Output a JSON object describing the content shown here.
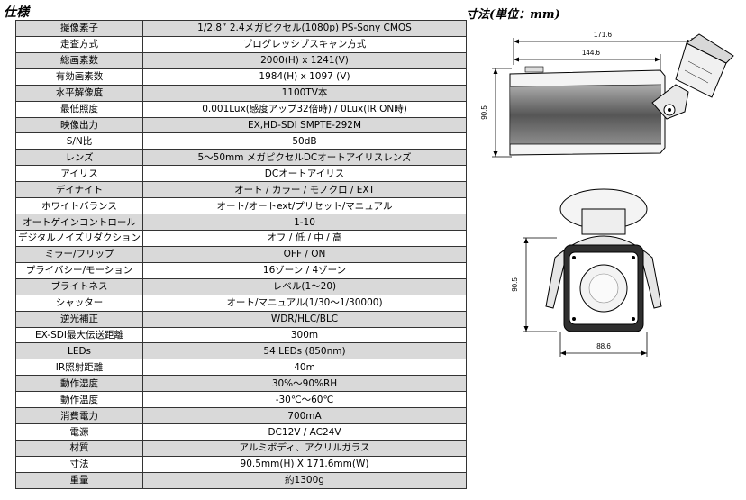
{
  "spec_title": "仕様",
  "dim_title": "寸法(単位：mm)",
  "specs": [
    {
      "k": "撮像素子",
      "v": "1/2.8” 2.4メガピクセル(1080p) PS-Sony CMOS"
    },
    {
      "k": "走査方式",
      "v": "プログレッシブスキャン方式"
    },
    {
      "k": "総画素数",
      "v": "2000(H) x 1241(V)"
    },
    {
      "k": "有効画素数",
      "v": "1984(H) x 1097 (V)"
    },
    {
      "k": "水平解像度",
      "v": "1100TV本"
    },
    {
      "k": "最低照度",
      "v": "0.001Lux(感度アップ32倍時) / 0Lux(IR ON時)"
    },
    {
      "k": "映像出力",
      "v": "EX,HD-SDI SMPTE-292M"
    },
    {
      "k": "S/N比",
      "v": "50dB"
    },
    {
      "k": "レンズ",
      "v": "5～50mm メガピクセルDCオートアイリスレンズ"
    },
    {
      "k": "アイリス",
      "v": "DCオートアイリス"
    },
    {
      "k": "デイナイト",
      "v": "オート / カラー / モノクロ / EXT"
    },
    {
      "k": "ホワイトバランス",
      "v": "オート/オートext/プリセット/マニュアル"
    },
    {
      "k": "オートゲインコントロール",
      "v": "1-10"
    },
    {
      "k": "デジタルノイズリダクション",
      "v": "オフ / 低 / 中 / 高"
    },
    {
      "k": "ミラー/フリップ",
      "v": "OFF / ON"
    },
    {
      "k": "プライバシー/モーション",
      "v": "16ゾーン / 4ゾーン"
    },
    {
      "k": "ブライトネス",
      "v": "レベル(1～20)"
    },
    {
      "k": "シャッター",
      "v": "オート/マニュアル(1/30～1/30000)"
    },
    {
      "k": "逆光補正",
      "v": "WDR/HLC/BLC"
    },
    {
      "k": "EX-SDI最大伝送距離",
      "v": "300m"
    },
    {
      "k": "LEDs",
      "v": "54 LEDs (850nm)"
    },
    {
      "k": "IR照射距離",
      "v": "40m"
    },
    {
      "k": "動作湿度",
      "v": "30%～90%RH"
    },
    {
      "k": "動作温度",
      "v": "-30℃～60℃"
    },
    {
      "k": "消費電力",
      "v": "700mA"
    },
    {
      "k": "電源",
      "v": "DC12V / AC24V"
    },
    {
      "k": "材質",
      "v": "アルミボディ、アクリルガラス"
    },
    {
      "k": "寸法",
      "v": "90.5mm(H) X 171.6mm(W)"
    },
    {
      "k": "重量",
      "v": "約1300g"
    }
  ],
  "dimensions": {
    "side_width": "171.6",
    "side_body": "144.6",
    "side_height": "90.5",
    "front_height": "90.5",
    "front_width": "88.6"
  }
}
